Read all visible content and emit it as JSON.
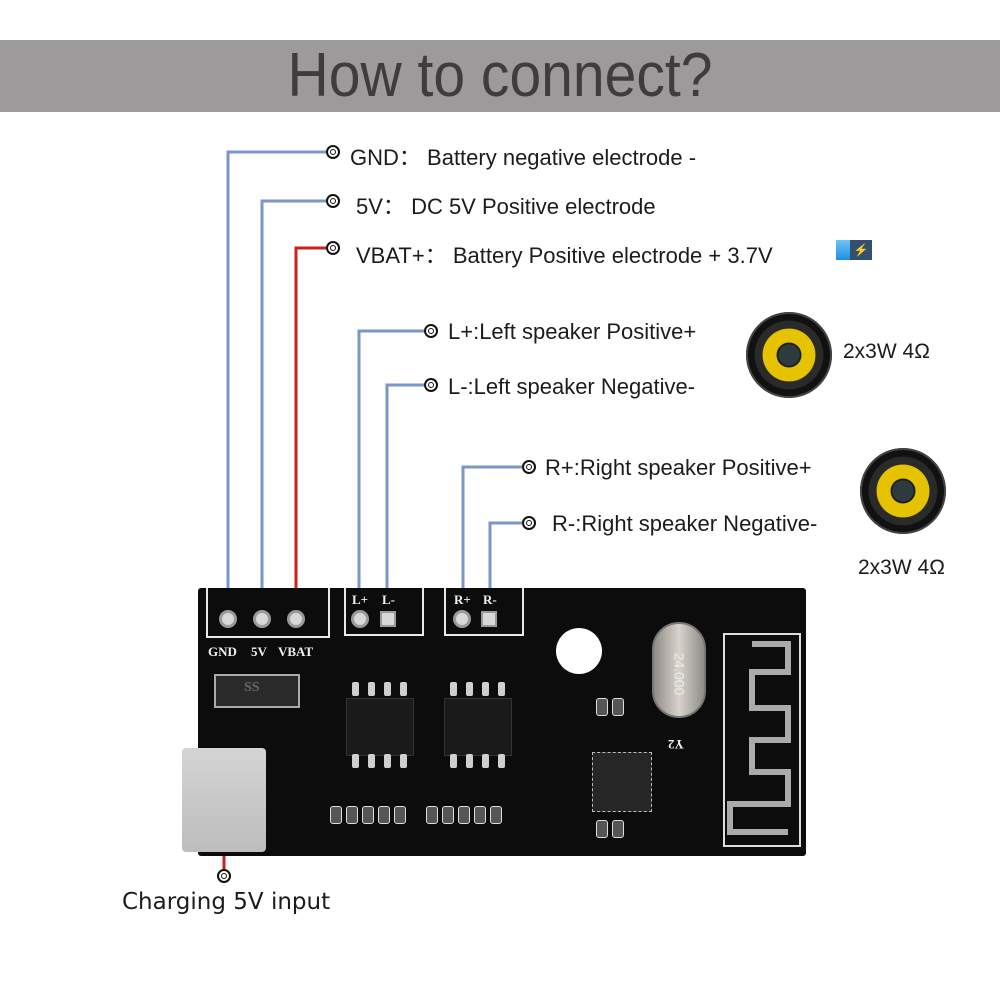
{
  "title": "How to connect?",
  "connections": {
    "gnd": {
      "name": "GND",
      "sep": "：",
      "desc": "Battery negative electrode -"
    },
    "v5": {
      "name": "5V",
      "sep": "：",
      "desc": "DC 5V Positive electrode"
    },
    "vbat": {
      "name": "VBAT+",
      "sep": "：",
      "desc": "Battery Positive electrode + 3.7V"
    },
    "lplus": {
      "text": "L+:Left speaker Positive+"
    },
    "lminus": {
      "text": "L-:Left speaker Negative-"
    },
    "rplus": {
      "text": "R+:Right speaker Positive+"
    },
    "rminus": {
      "text": "R-:Right speaker Negative-"
    },
    "charging": {
      "text": "Charging 5V input"
    }
  },
  "speakers": [
    {
      "spec": "2x3W 4Ω"
    },
    {
      "spec": "2x3W 4Ω"
    }
  ],
  "pcb": {
    "labels": {
      "gnd": "GND",
      "v5": "5V",
      "vbat": "VBAT",
      "lplus": "L+",
      "lminus": "L-",
      "rplus": "R+",
      "rminus": "R-",
      "diode": "SS",
      "crystal": "24.000",
      "crystal_ref": "Y2"
    }
  },
  "colors": {
    "banner": "#9c9a9b",
    "wire_blue": "#7b96c8",
    "wire_red": "#cc1f1f",
    "pcb": "#0c0c0c"
  }
}
